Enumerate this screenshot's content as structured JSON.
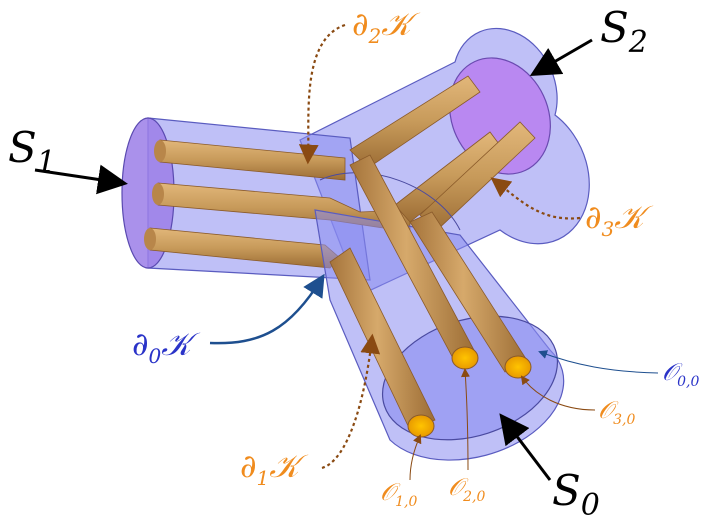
{
  "labels": {
    "S0": {
      "main": "S",
      "sub": "0"
    },
    "S1": {
      "main": "S",
      "sub": "1"
    },
    "S2": {
      "main": "S",
      "sub": "2"
    },
    "d0K": {
      "main": "∂",
      "sub": "0",
      "tail": "𝒦"
    },
    "d1K": {
      "main": "∂",
      "sub": "1",
      "tail": "𝒦"
    },
    "d2K": {
      "main": "∂",
      "sub": "2",
      "tail": "𝒦"
    },
    "d3K": {
      "main": "∂",
      "sub": "3",
      "tail": "𝒦"
    },
    "O00": {
      "main": "𝒪",
      "sub": "0,0"
    },
    "O10": {
      "main": "𝒪",
      "sub": "1,0"
    },
    "O20": {
      "main": "𝒪",
      "sub": "2,0"
    },
    "O30": {
      "main": "𝒪",
      "sub": "3,0"
    }
  },
  "colors": {
    "tube_fill": "#c79a5a",
    "tube_edge": "#8a5a2a",
    "cylinder_fill": "#8a8cf0",
    "cap_fill": "#b77ef0",
    "orange_label": "#f08c1e",
    "blue_label": "#2a33c8",
    "arrow_dark_blue": "#1e4f8f"
  }
}
